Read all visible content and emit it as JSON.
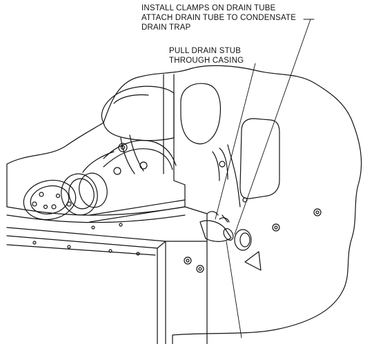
{
  "callouts": {
    "clamps": [
      "INSTALL CLAMPS ON DRAIN TUBE",
      "ATTACH DRAIN TUBE TO CONDENSATE",
      "DRAIN TRAP"
    ],
    "drain_stub": [
      "PULL DRAIN STUB",
      "THROUGH CASING"
    ]
  },
  "colors": {
    "line": "#111111",
    "background": "#ffffff"
  }
}
